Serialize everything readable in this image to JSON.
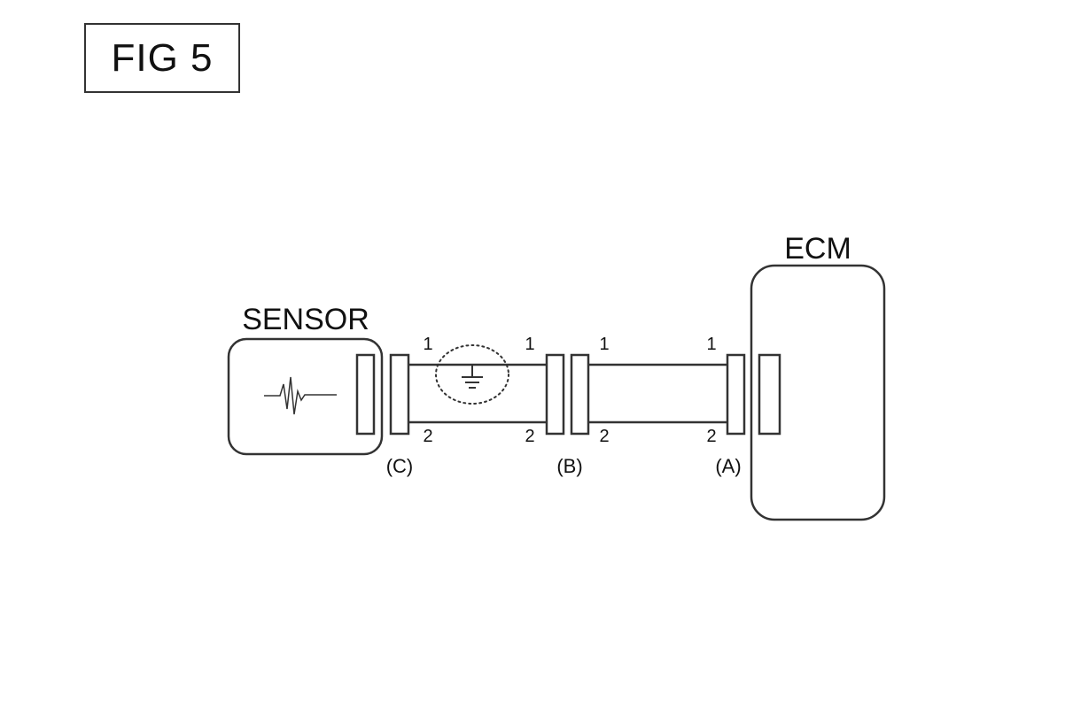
{
  "figure_label": "FIG  5",
  "blocks": {
    "sensor": "SENSOR",
    "ecm": "ECM"
  },
  "connectors": {
    "c": {
      "label": "(C)",
      "pin_top": "1",
      "pin_bottom": "2"
    },
    "b": {
      "label": "(B)",
      "pin_top_left": "1",
      "pin_bottom_left": "2",
      "pin_top_right": "1",
      "pin_bottom_right": "2"
    },
    "a": {
      "label": "(A)",
      "pin_top": "1",
      "pin_bottom": "2"
    }
  },
  "icons": {
    "sensor_signal": "waveform-icon",
    "shield_ground": "ground-icon"
  },
  "colors": {
    "line": "#333333",
    "background": "#ffffff"
  }
}
